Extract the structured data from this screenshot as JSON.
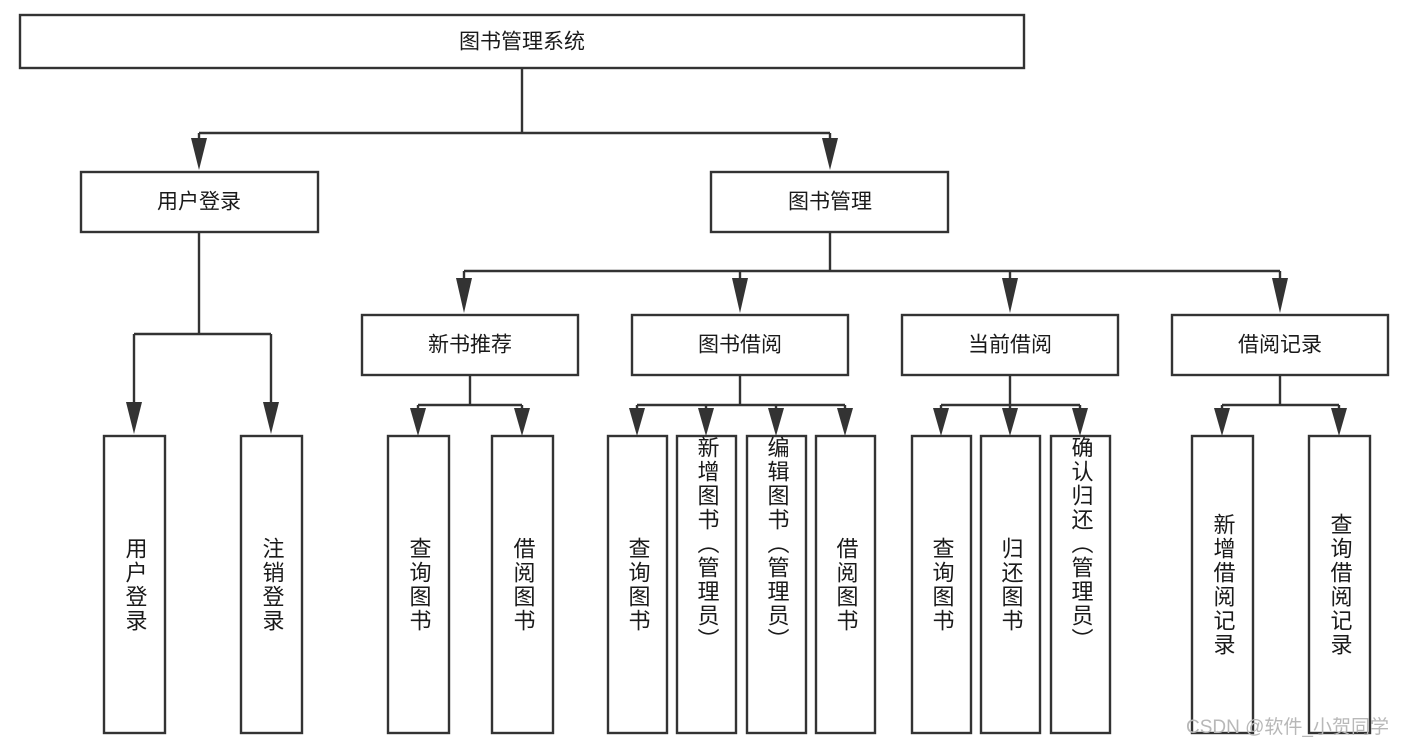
{
  "diagram": {
    "title": "图书管理系统",
    "type": "tree-hierarchy",
    "root": {
      "label": "图书管理系统"
    },
    "level2": [
      {
        "label": "用户登录"
      },
      {
        "label": "图书管理"
      }
    ],
    "level3": [
      {
        "label": "新书推荐"
      },
      {
        "label": "图书借阅"
      },
      {
        "label": "当前借阅"
      },
      {
        "label": "借阅记录"
      }
    ],
    "leaves_user_login": [
      {
        "label": "用户登录"
      },
      {
        "label": "注销登录"
      }
    ],
    "leaves_new_book": [
      {
        "label": "查询图书"
      },
      {
        "label": "借阅图书"
      }
    ],
    "leaves_borrow": [
      {
        "label": "查询图书"
      },
      {
        "label": "新增图书（管理员）"
      },
      {
        "label": "编辑图书（管理员）"
      },
      {
        "label": "借阅图书"
      }
    ],
    "leaves_current": [
      {
        "label": "查询图书"
      },
      {
        "label": "归还图书"
      },
      {
        "label": "确认归还（管理员）"
      }
    ],
    "leaves_records": [
      {
        "label": "新增借阅记录"
      },
      {
        "label": "查询借阅记录"
      }
    ]
  },
  "watermark": {
    "text": "CSDN @软件_小贺同学"
  },
  "colors": {
    "stroke": "#333333",
    "fill": "#ffffff",
    "text": "#1a1a1a",
    "watermark": "#b8b8b8"
  }
}
